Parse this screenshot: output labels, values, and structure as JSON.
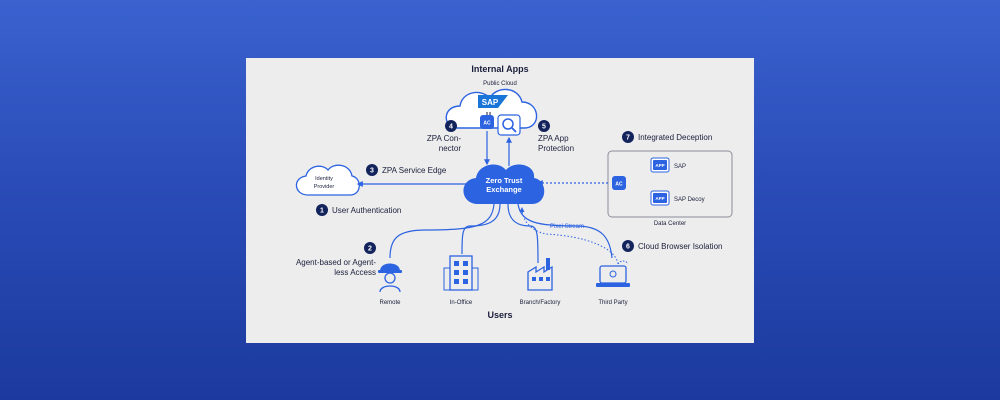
{
  "title": "Internal Apps",
  "public_cloud": "Public Cloud",
  "sap_logo": "SAP",
  "ac_label": "AC",
  "zero_trust": [
    "Zero Trust",
    "Exchange"
  ],
  "identity_provider": [
    "Identity",
    "Provider"
  ],
  "steps": [
    {
      "num": "1",
      "lines": [
        "User Authentication"
      ]
    },
    {
      "num": "2",
      "lines": [
        "Agent-based or Agent-",
        "less Access"
      ]
    },
    {
      "num": "3",
      "lines": [
        "ZPA Service Edge"
      ]
    },
    {
      "num": "4",
      "lines": [
        "ZPA Con-",
        "nector"
      ]
    },
    {
      "num": "5",
      "lines": [
        "ZPA App",
        "Protection"
      ]
    },
    {
      "num": "6",
      "lines": [
        "Cloud Browser Isolation"
      ]
    },
    {
      "num": "7",
      "lines": [
        "Integrated Deception"
      ]
    }
  ],
  "data_center": {
    "label": "Data Center",
    "ac": "AC",
    "apps": [
      {
        "badge": "APP",
        "name": "SAP"
      },
      {
        "badge": "APP",
        "name": "SAP Decoy"
      }
    ]
  },
  "pixel_stream": "Pixel Stream",
  "users_label": "Users",
  "user_types": [
    "Remote",
    "In-Office",
    "Branch/Factory",
    "Third Party"
  ],
  "colors": {
    "primary_blue": "#2c63e0",
    "dark_navy": "#13235c",
    "panel_bg": "#ededee",
    "page_bg": "#2a4cb8"
  },
  "icons": [
    "cloud-icon",
    "magnifier-icon",
    "hardhat-user-icon",
    "office-building-icon",
    "factory-icon",
    "laptop-icon"
  ]
}
